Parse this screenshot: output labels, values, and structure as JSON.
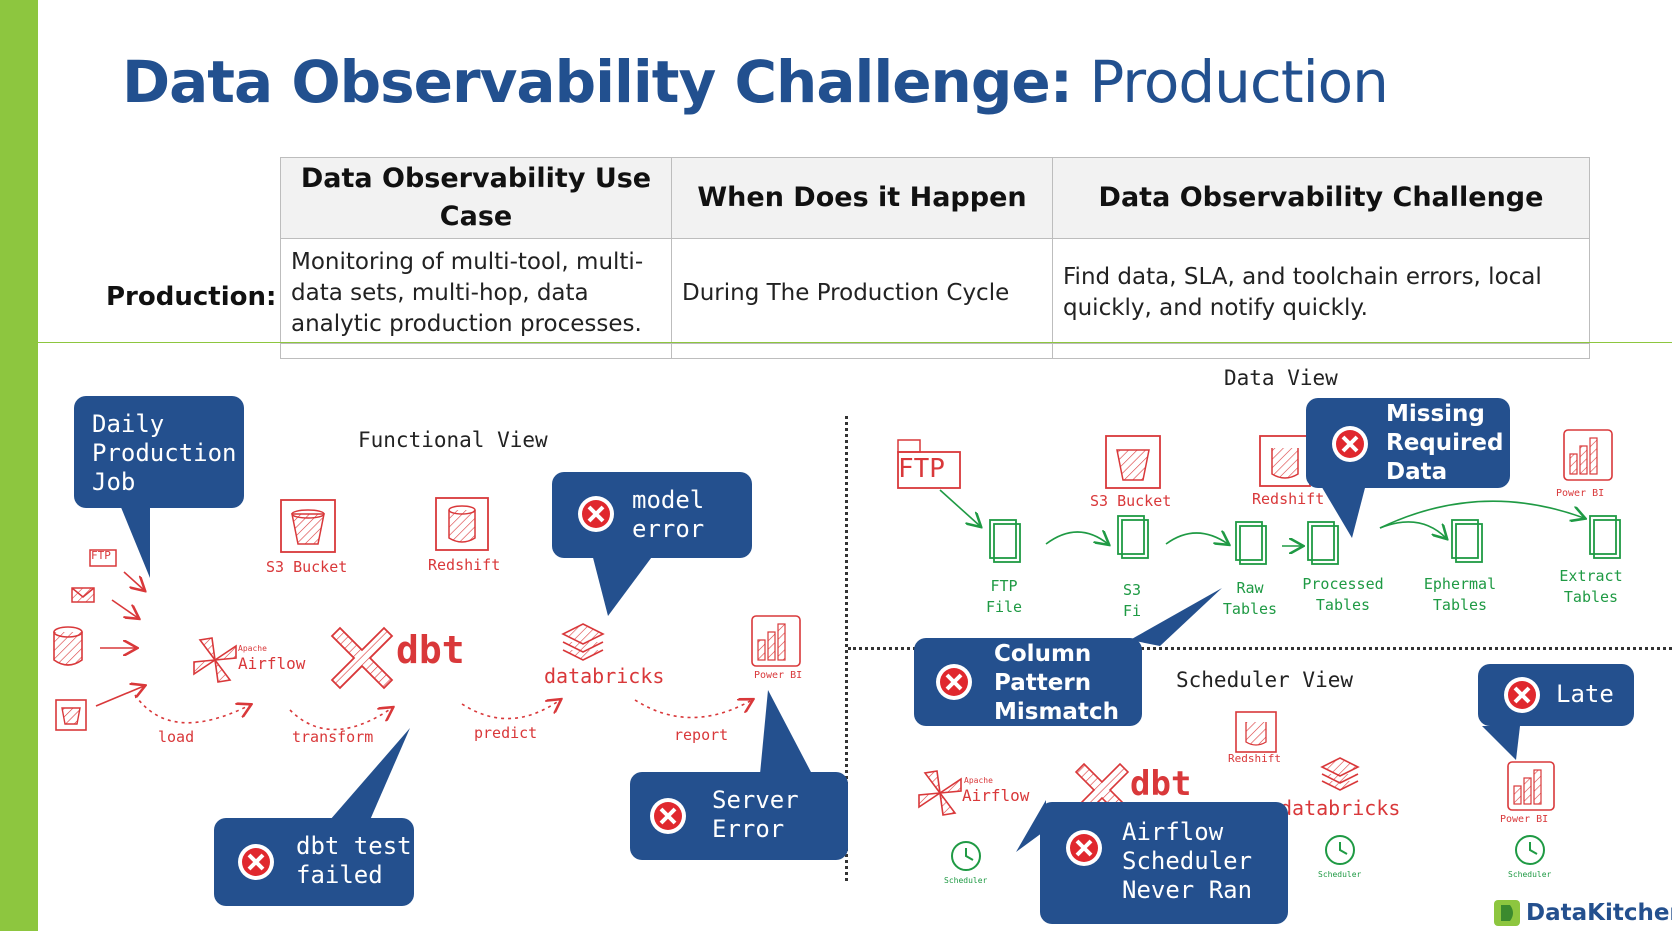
{
  "title": {
    "bold": "Data Observability Challenge:",
    "light": "Production"
  },
  "table": {
    "headers": [
      "Data Observability Use Case",
      "When Does it Happen",
      "Data Observability Challenge"
    ],
    "row_label": "Production:",
    "cells": [
      "Monitoring of multi-tool, multi-data sets, multi-hop, data analytic production processes.",
      "During The Production Cycle",
      "Find data, SLA, and toolchain errors, local quickly, and notify quickly."
    ]
  },
  "functional_view": {
    "title": "Functional View",
    "sources": [
      "FTP"
    ],
    "tools": {
      "s3": "S3 Bucket",
      "redshift": "Redshift",
      "airflow_small": "Apache",
      "airflow": "Airflow",
      "dbt": "dbt",
      "databricks": "databricks",
      "powerbi": "Power BI"
    },
    "steps": [
      "load",
      "transform",
      "predict",
      "report"
    ]
  },
  "data_view": {
    "title": "Data View",
    "source": "FTP",
    "stores": {
      "s3": "S3 Bucket",
      "redshift": "Redshift",
      "powerbi": "Power BI"
    },
    "tables": [
      {
        "line1": "FTP",
        "line2": "File"
      },
      {
        "line1": "S3",
        "line2": "Fi"
      },
      {
        "line1": "Raw",
        "line2": "Tables"
      },
      {
        "line1": "Processed",
        "line2": "Tables"
      },
      {
        "line1": "Ephermal",
        "line2": "Tables"
      },
      {
        "line1": "Extract",
        "line2": "Tables"
      }
    ]
  },
  "scheduler_view": {
    "title": "Scheduler View",
    "tools": {
      "redshift": "Redshift",
      "airflow_small": "Apache",
      "airflow": "Airflow",
      "dbt": "dbt",
      "databricks": "databricks",
      "powerbi": "Power BI",
      "scheduler": "Scheduler"
    }
  },
  "callouts": {
    "daily_job": "Daily\nProduction\nJob",
    "model_error": "model\nerror",
    "dbt_test": "dbt test\nfailed",
    "server_error": "Server\nError",
    "missing_data": "Missing\nRequired\nData",
    "column_pattern": "Column\nPattern\nMismatch",
    "late": "Late",
    "airflow_scheduler": "Airflow\nScheduler\nNever Ran"
  },
  "brand": "DataKitchen",
  "colors": {
    "accent_green": "#8dc63f",
    "title_blue": "#22508f",
    "callout_blue": "#24508e",
    "sketch_red": "#d9383a",
    "sketch_green": "#1f9a44",
    "error_red": "#e0282e"
  }
}
